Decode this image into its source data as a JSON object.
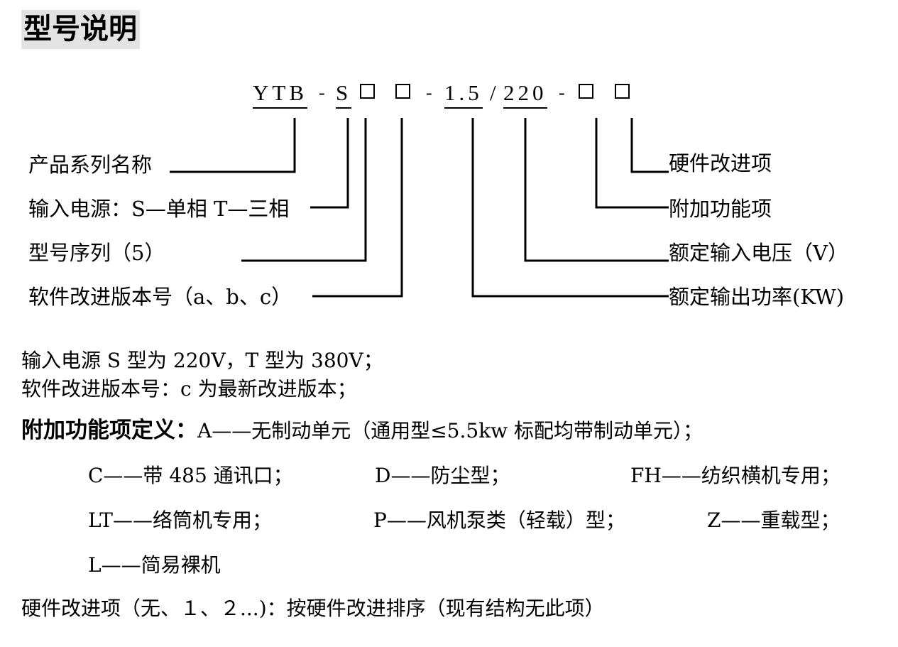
{
  "header": {
    "title": "型号说明"
  },
  "model_code": {
    "series": "YTB",
    "sep1": "-",
    "phase": "S",
    "sep2": "-",
    "power": "1.5",
    "slash": "/",
    "voltage": "220",
    "sep3": "-"
  },
  "left_labels": {
    "series_name": "产品系列名称",
    "power_input": "输入电源：S—单相 T—三相",
    "model_sequence": "型号序列（5）",
    "software_version": "软件改进版本号（a、b、c）"
  },
  "right_labels": {
    "hardware_improvement": "硬件改进项",
    "additional_function": "附加功能项",
    "rated_voltage": "额定输入电压（V）",
    "rated_power": "额定输出功率(KW)"
  },
  "notes": {
    "line1": "输入电源 S 型为 220V，T 型为 380V；",
    "line2": "软件改进版本号：c 为最新改进版本；"
  },
  "function_definitions": {
    "heading": "附加功能项定义：",
    "intro": "A——无制动单元（通用型≤5.5kw 标配均带制动单元）；",
    "items": [
      "C——带 485 通讯口；",
      "D——防尘型；",
      "FH——纺织横机专用；",
      "LT——络筒机专用；",
      "P——风机泵类（轻载）型；",
      "Z——重载型；",
      "L——简易裸机"
    ]
  },
  "hardware_note": "硬件改进项（无、１、２...)：按硬件改进排序（现有结构无此项）"
}
